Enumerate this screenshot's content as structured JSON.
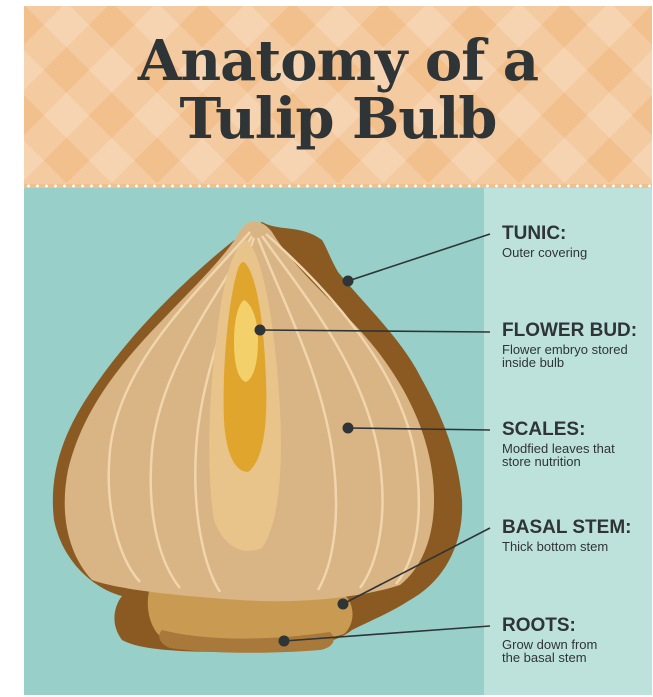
{
  "title": {
    "line1": "Anatomy of a",
    "line2": "Tulip Bulb"
  },
  "labels": [
    {
      "name": "TUNIC:",
      "desc_lines": [
        "Outer covering"
      ]
    },
    {
      "name": "FLOWER BUD:",
      "desc_lines": [
        "Flower embryo stored",
        "inside bulb"
      ]
    },
    {
      "name": "SCALES:",
      "desc_lines": [
        "Modfied leaves that",
        "store nutrition"
      ]
    },
    {
      "name": "BASAL STEM:",
      "desc_lines": [
        "Thick bottom stem"
      ]
    },
    {
      "name": "ROOTS:",
      "desc_lines": [
        "Grow down from",
        "the basal stem"
      ]
    }
  ],
  "colors": {
    "header": "#f2c08c",
    "panel": "#98d0c9",
    "panel_right": "#bde2dc",
    "tunic": "#8a5a22",
    "scales": "#d9b484",
    "bud": "#e0a52c",
    "basal_stem": "#c99a52",
    "text": "#2f3437"
  }
}
